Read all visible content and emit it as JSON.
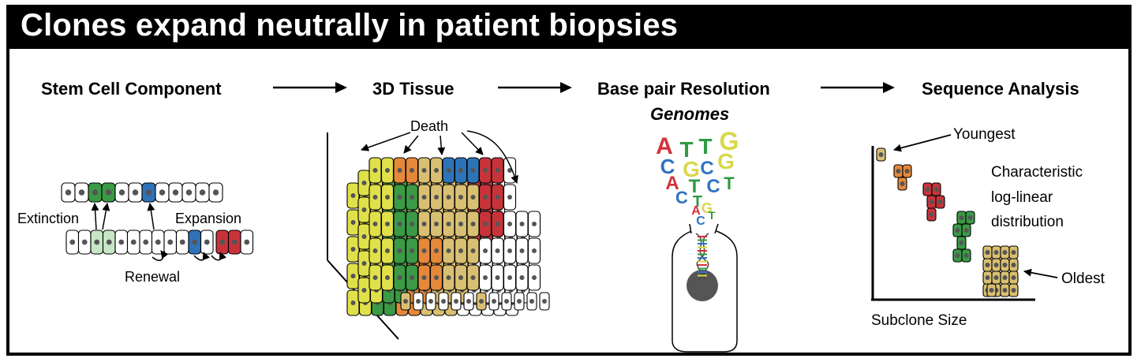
{
  "title": "Clones expand neutrally in patient biopsies",
  "stages": [
    {
      "label": "Stem Cell Component"
    },
    {
      "label": "3D Tissue"
    },
    {
      "label": "Base pair Resolution",
      "subtitle": "Genomes"
    },
    {
      "label": "Sequence Analysis"
    }
  ],
  "stem_cell": {
    "extinction": "Extinction",
    "expansion": "Expansion",
    "renewal": "Renewal"
  },
  "tissue": {
    "death": "Death"
  },
  "genome_letters": [
    "A",
    "T",
    "T",
    "G",
    "C",
    "G",
    "C",
    "G",
    "A",
    "T",
    "C",
    "T",
    "C",
    "T",
    "A",
    "G",
    "C",
    "T"
  ],
  "analysis": {
    "youngest": "Youngest",
    "oldest": "Oldest",
    "characteristic": [
      "Characteristic",
      "log-linear",
      "distribution"
    ],
    "xlabel": "Subclone Size"
  },
  "colors": {
    "green": "#3a9a45",
    "light_green": "#c7e6c6",
    "blue": "#2e73b8",
    "red": "#c8333a",
    "orange": "#e5883a",
    "yellow": "#e0e04a",
    "tan": "#d9bf72",
    "nucleus": "#555555",
    "letter_red": "#d2323a",
    "letter_green": "#2f9a44",
    "letter_blue": "#2f73c2",
    "letter_yellow": "#d8d84a"
  }
}
